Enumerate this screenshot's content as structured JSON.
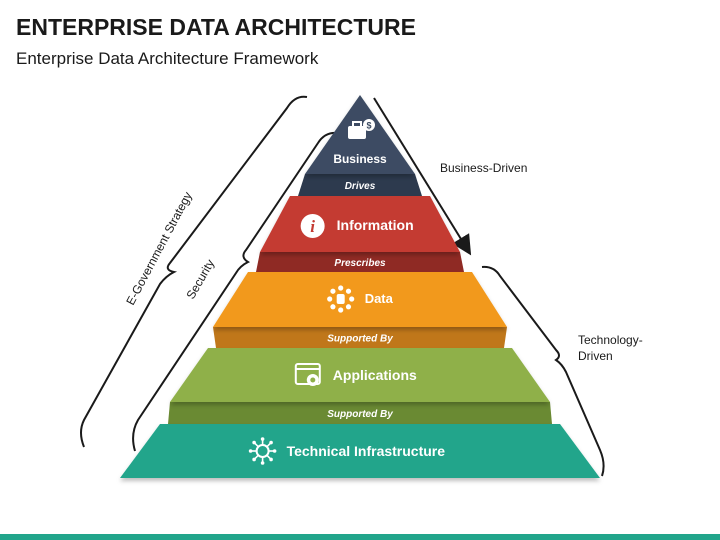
{
  "header": {
    "title": "ENTERPRISE DATA ARCHITECTURE",
    "subtitle": "Enterprise Data Architecture Framework"
  },
  "pyramid": {
    "levels": [
      {
        "label": "Business",
        "icon": "briefcase-dollar-icon",
        "color": "#3d4c63"
      },
      {
        "label": "Information",
        "icon": "info-icon",
        "color": "#c43b33"
      },
      {
        "label": "Data",
        "icon": "database-network-icon",
        "color": "#f2991d"
      },
      {
        "label": "Applications",
        "icon": "app-gear-icon",
        "color": "#8fb04a"
      },
      {
        "label": "Technical Infrastructure",
        "icon": "circuit-brain-icon",
        "color": "#21a58b"
      }
    ],
    "connectors": [
      {
        "label": "Drives",
        "color": "#2d3a4e"
      },
      {
        "label": "Prescribes",
        "color": "#8f2a24"
      },
      {
        "label": "Supported By",
        "color": "#c0771a"
      },
      {
        "label": "Supported By",
        "color": "#6a8a33"
      }
    ]
  },
  "side_labels": {
    "egov": "E-Government Strategy",
    "security": "Security",
    "business_driven": "Business-Driven",
    "tech_line1": "Technology-",
    "tech_line2": "Driven"
  },
  "colors": {
    "bottom_bar": "#21a58b"
  }
}
